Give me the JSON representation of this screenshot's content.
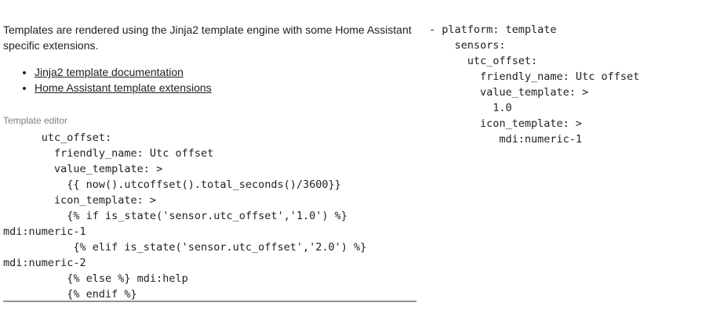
{
  "intro": {
    "text": "Templates are rendered using the Jinja2 template engine with some Home Assistant specific extensions."
  },
  "links": [
    "Jinja2 template documentation",
    "Home Assistant template extensions"
  ],
  "editor": {
    "label": "Template editor",
    "lines": [
      "      utc_offset:",
      "        friendly_name: Utc offset",
      "        value_template: >",
      "          {{ now().utcoffset().total_seconds()/3600}}",
      "        icon_template: >",
      "          {% if is_state('sensor.utc_offset','1.0') %}",
      "mdi:numeric-1",
      "           {% elif is_state('sensor.utc_offset','2.0') %}",
      "mdi:numeric-2",
      "          {% else %} mdi:help",
      "          {% endif %}"
    ]
  },
  "result": {
    "lines": [
      "- platform: template",
      "    sensors:",
      "      utc_offset:",
      "        friendly_name: Utc offset",
      "        value_template: >",
      "          1.0",
      "        icon_template: >",
      "           mdi:numeric-1"
    ]
  }
}
